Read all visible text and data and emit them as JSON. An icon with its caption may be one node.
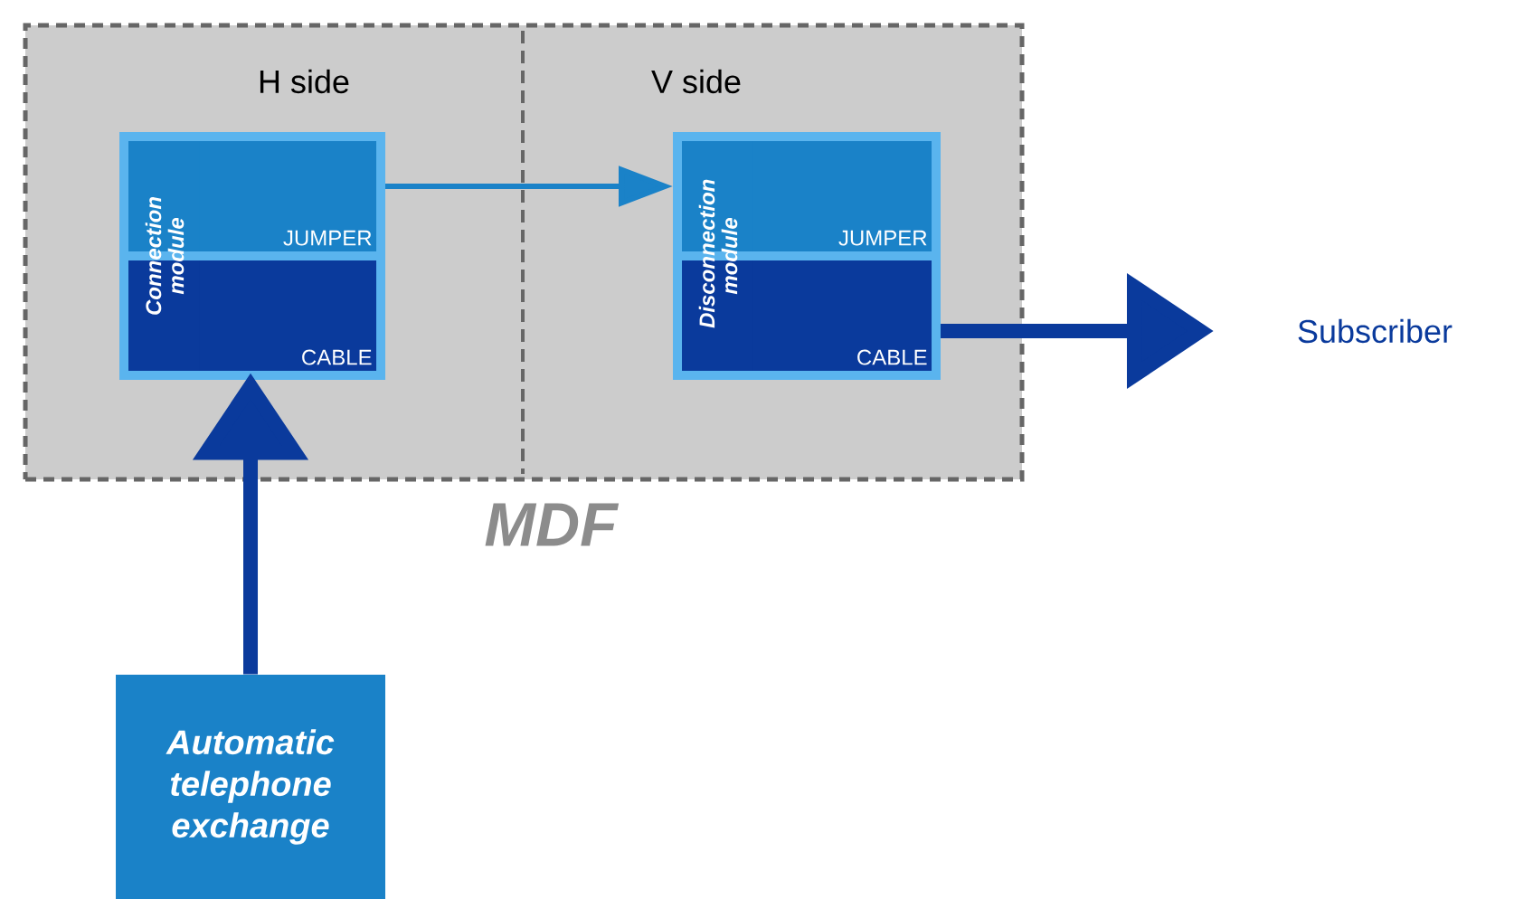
{
  "diagram": {
    "nodes": [
      {
        "text": [
          "MDF"
        ]
      },
      {
        "text": [
          "Connection module"
        ],
        "in": 0
      },
      {
        "text": [
          "JUMPER"
        ],
        "in": 1
      },
      {
        "text": [
          "CABLE"
        ],
        "in": 1
      },
      {
        "text": [
          "Disconnection module"
        ],
        "in": 0
      },
      {
        "text": [
          "JUMPER"
        ],
        "in": 4
      },
      {
        "text": [
          "CABLE"
        ],
        "in": 4
      },
      {
        "text": [
          "Automatic telephone exchange"
        ]
      },
      {
        "text": [
          "Subscriber"
        ]
      }
    ],
    "edges": [
      {
        "from": 2,
        "to": 4,
        "arrow": "to",
        "color": "#1a82c8"
      },
      {
        "from": 7,
        "to": 3,
        "arrow": "to"
      },
      {
        "from": 6,
        "to": 8,
        "arrow": "to"
      }
    ],
    "labels": [
      "H side",
      "V side"
    ]
  }
}
